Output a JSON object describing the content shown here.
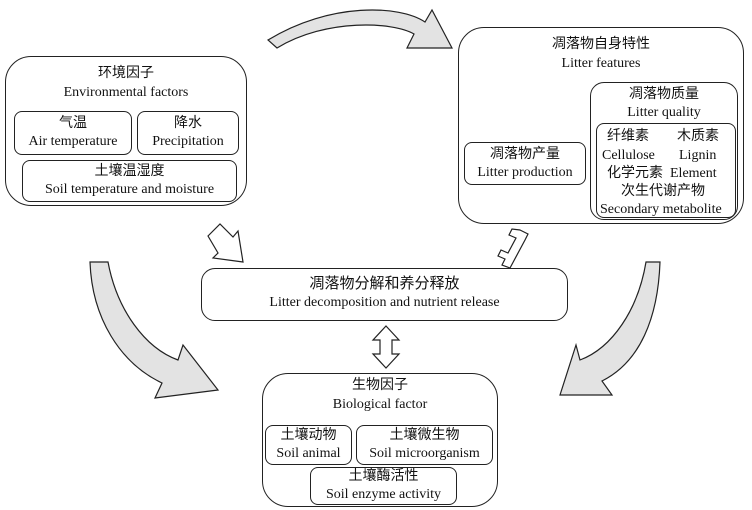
{
  "environmental": {
    "title_cn": "环境因子",
    "title_en": "Environmental factors",
    "air_cn": "气温",
    "air_en": "Air temperature",
    "precip_cn": "降水",
    "precip_en": "Precipitation",
    "soil_cn": "土壤温湿度",
    "soil_en": "Soil temperature and moisture"
  },
  "litter_features": {
    "title_cn": "凋落物自身特性",
    "title_en": "Litter features",
    "production_cn": "凋落物产量",
    "production_en": "Litter production",
    "quality_cn": "凋落物质量",
    "quality_en": "Litter quality",
    "cellulose_cn": "纤维素",
    "lignin_cn": "木质素",
    "cellulose_en": "Cellulose",
    "lignin_en": "Lignin",
    "element_cn": "化学元素",
    "element_en": "Element",
    "secondary_cn": "次生代谢产物",
    "secondary_en": "Secondary metabolite"
  },
  "decomposition": {
    "title_cn": "凋落物分解和养分释放",
    "title_en": "Litter decomposition and nutrient release"
  },
  "biological": {
    "title_cn": "生物因子",
    "title_en": "Biological factor",
    "animal_cn": "土壤动物",
    "animal_en": "Soil animal",
    "micro_cn": "土壤微生物",
    "micro_en": "Soil microorganism",
    "enzyme_cn": "土壤酶活性",
    "enzyme_en": "Soil enzyme activity"
  },
  "colors": {
    "arrow_fill": "#e3e3e3",
    "stroke": "#222222"
  }
}
